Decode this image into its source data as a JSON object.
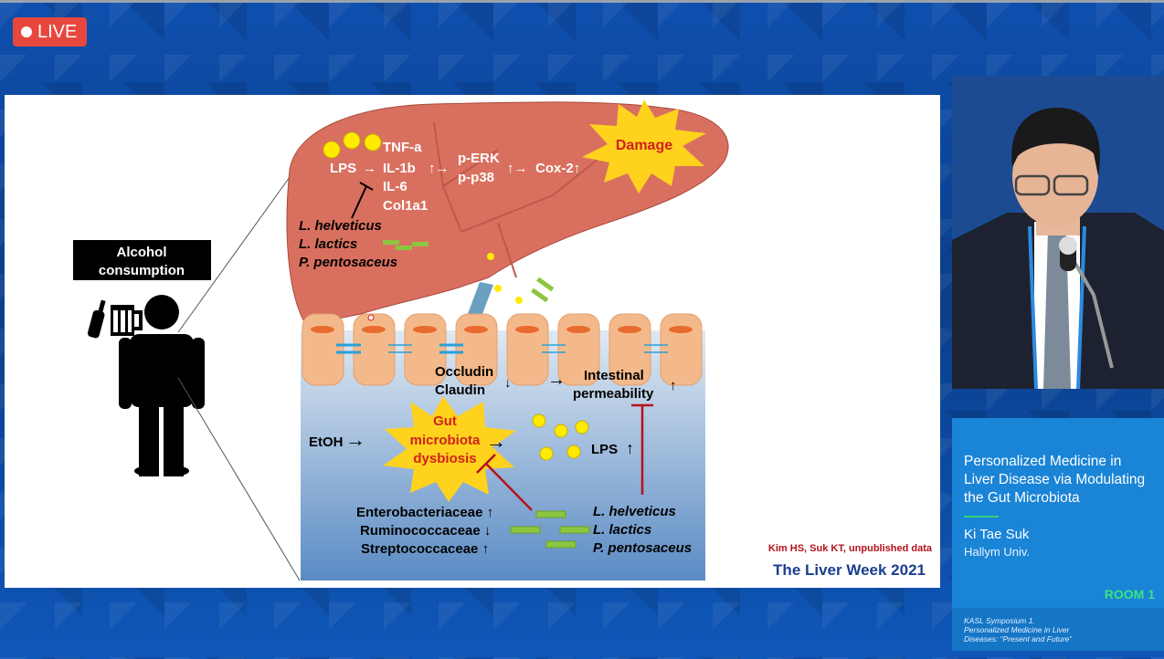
{
  "live": {
    "label": "LIVE"
  },
  "slide": {
    "alcohol": [
      "Alcohol",
      "consumption"
    ],
    "liver": {
      "lps": "LPS",
      "arrow1": "→",
      "tnf": "TNF-a",
      "il1b": "IL-1b",
      "arrow2": "↑→",
      "il6": "IL-6",
      "col": "Col1a1",
      "perk": "p-ERK",
      "pp38": "p-p38",
      "arrow3": "↑→",
      "cox": "Cox-2↑",
      "damage": "Damage",
      "probiotics": [
        "L. helveticus",
        "L. lactics",
        "P. pentosaceus"
      ]
    },
    "gut": {
      "occludin": "Occludin",
      "claudin": "Claudin",
      "down": "↓",
      "arrow_r": "→",
      "permeability": [
        "Intestinal",
        "permeability"
      ],
      "up": "↑",
      "etoh": "EtOH",
      "arrow_etoh": "→",
      "dysbiosis": [
        "Gut",
        "microbiota",
        "dysbiosis"
      ],
      "arrow_dys": "→",
      "lps": "LPS",
      "lps_up": "↑",
      "bacteria": [
        "Enterobacteriaceae ↑",
        "Ruminococcaceae ↓",
        "Streptococcaceae ↑"
      ],
      "probiotics": [
        "L. helveticus",
        "L. lactics",
        "P. pentosaceus"
      ]
    },
    "credit": "Kim HS, Suk KT, unpublished data",
    "brand": "The Liver Week 2021"
  },
  "panel": {
    "title": [
      "Personalized Medicine in",
      "Liver Disease via Modulating",
      "the Gut Microbiota"
    ],
    "speaker": "Ki Tae Suk",
    "affiliation": "Hallym Univ.",
    "room": "ROOM 1",
    "footer": [
      "KASL Symposium 1.",
      "Personalized Medicine in Liver",
      "Diseases: “Present and Future”"
    ]
  },
  "colors": {
    "live": "#e8473d",
    "liver": "#d9705f",
    "gut_top": "#d8e4f0",
    "gut_bottom": "#5f8ec4",
    "star": "#ffd21e",
    "panel": "#1a84d6",
    "room": "#39e47f"
  }
}
